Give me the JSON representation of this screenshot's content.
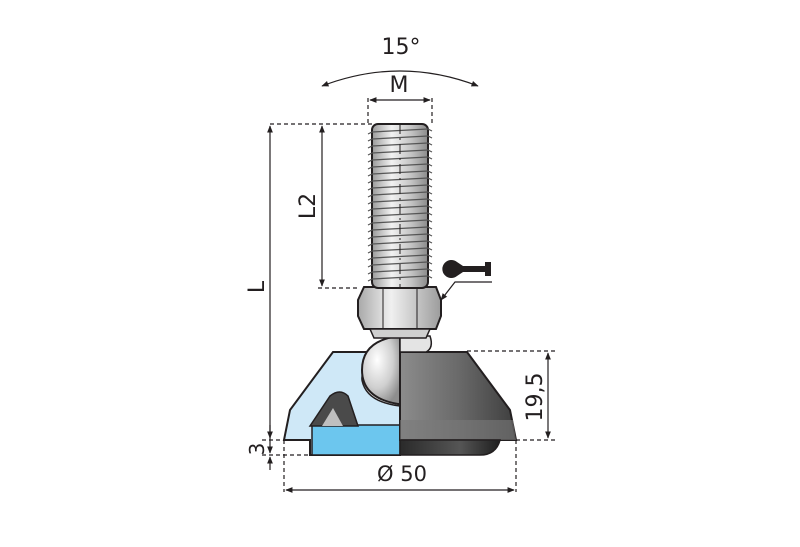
{
  "dimensions": {
    "angle": "15°",
    "thread": "M",
    "thread_length": "L2",
    "total_length": "L",
    "base_height": "19,5",
    "pad_height": "3",
    "base_diameter": "Ø 50"
  },
  "icons": {
    "wrench": "wrench-icon"
  },
  "colors": {
    "outline": "#231f20",
    "base_light_blue": "#cfe8f7",
    "base_mid_blue": "#6cc6ee",
    "metal_dark": "#4a4a4a",
    "thread_silver": "#c8c8c8"
  }
}
